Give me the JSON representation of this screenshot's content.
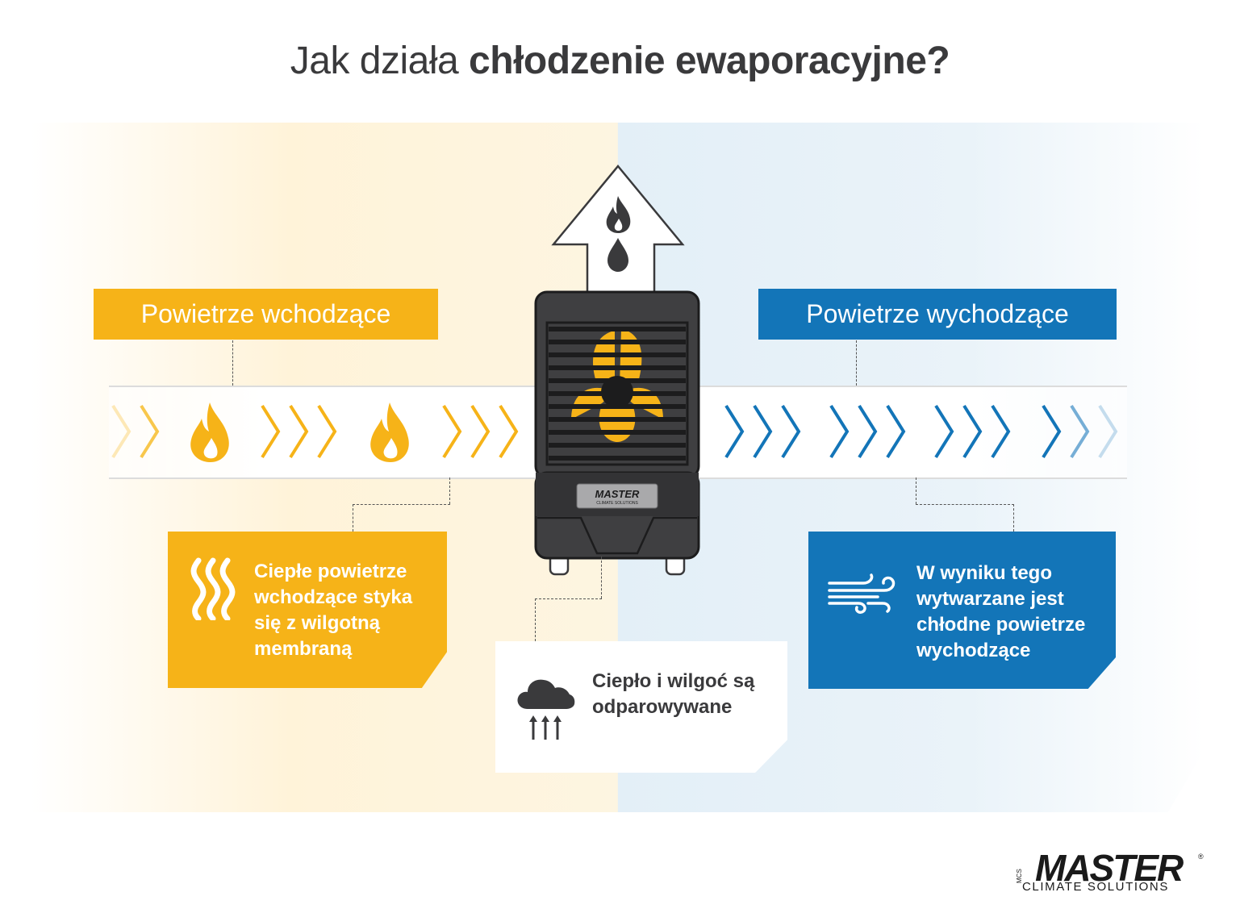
{
  "title": {
    "light": "Jak działa ",
    "bold": "chłodzenie ewaporacyjne?"
  },
  "labels": {
    "incoming": "Powietrze wchodzące",
    "outgoing": "Powietrze wychodzące"
  },
  "boxes": {
    "warm": "Ciepłe powietrze wchodzące styka się z wilgotną membraną",
    "evaporation": "Ciepło i wilgoć są odparowywane",
    "cool": "W wyniku tego wytwarzane jest chłodne powietrze wychodzące"
  },
  "device": {
    "brand": "MASTER",
    "subtitle": "CLIMATE SOLUTIONS"
  },
  "logo": {
    "mark": "MCS",
    "word": "MASTER",
    "registered": "®",
    "sub": "CLIMATE SOLUTIONS"
  },
  "colors": {
    "warm": "#f6b318",
    "cool": "#1375b8",
    "dark": "#3a3a3c"
  },
  "icons": {
    "airflow_in": [
      "chevrons",
      "flame",
      "chevrons",
      "flame",
      "chevrons"
    ],
    "airflow_out": [
      "chevrons",
      "chevrons",
      "chevrons",
      "chevrons"
    ],
    "heat": "heat-waves-icon",
    "evaporation": "cloud-upward-arrows-icon",
    "wind": "wind-icon",
    "exhaust": "up-arrow-flame-drop-icon"
  }
}
